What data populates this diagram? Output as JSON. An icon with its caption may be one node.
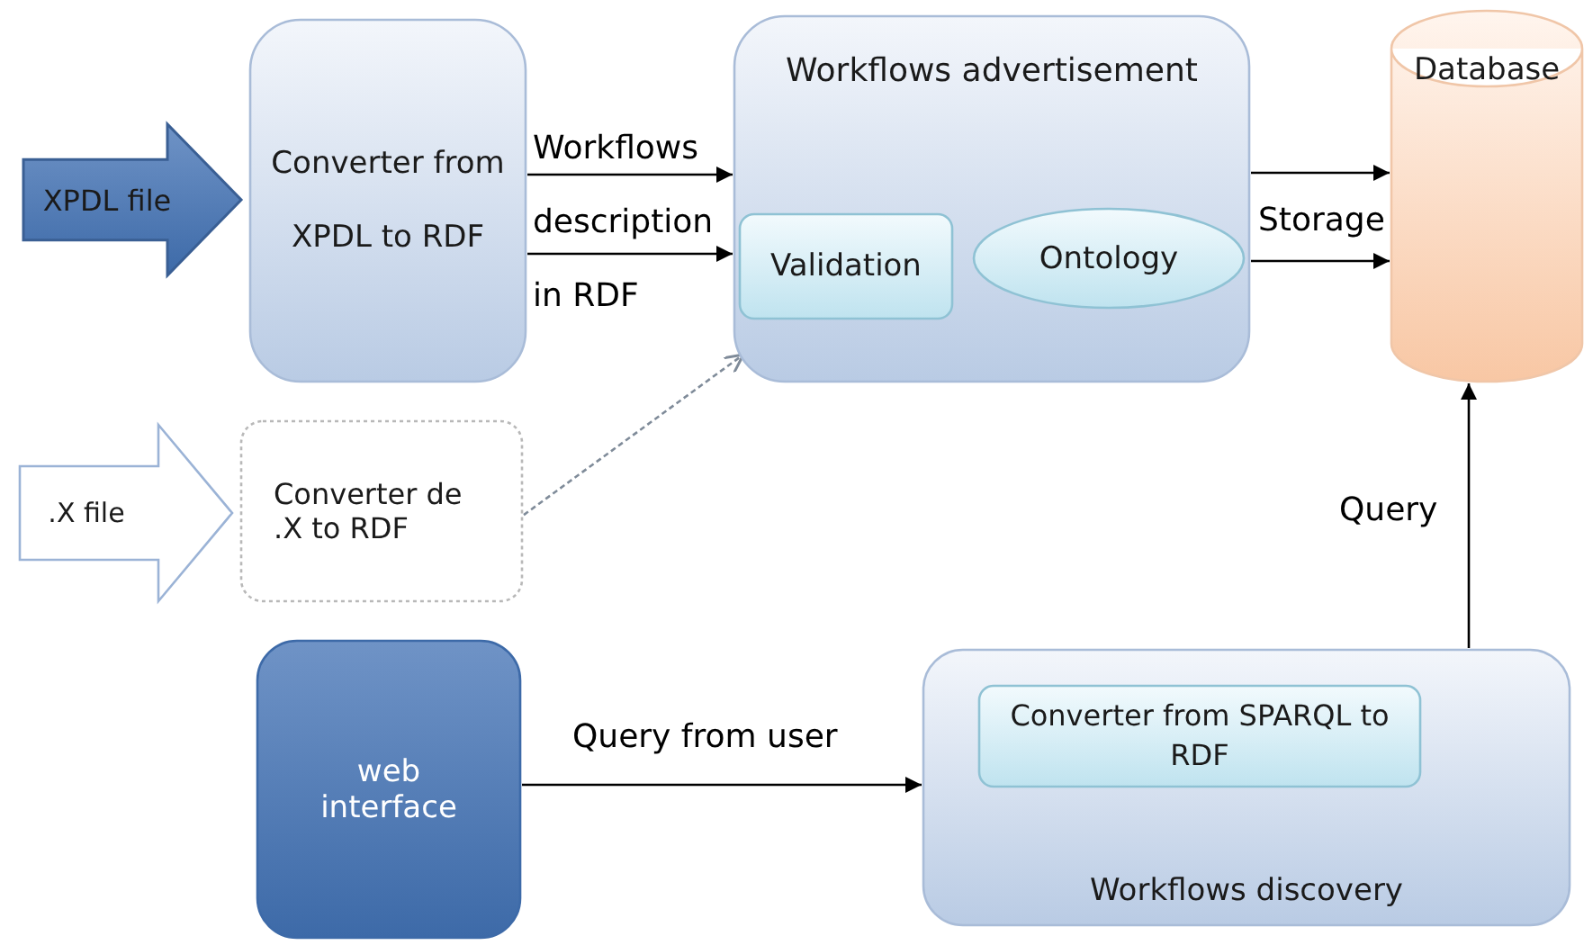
{
  "diagram": {
    "nodes": [
      {
        "text": [
          "XPDL  file"
        ]
      },
      {
        "text": [
          "Converter from XPDL to RDF"
        ]
      },
      {
        "text": [
          "Workflows advertisement"
        ]
      },
      {
        "text": [
          "Validation"
        ],
        "in": 2
      },
      {
        "text": [
          "Ontology"
        ],
        "in": 2
      },
      {
        "text": [
          "Database"
        ]
      },
      {
        "text": [
          ".X file"
        ]
      },
      {
        "text": [
          "Converter de .X to RDF"
        ]
      },
      {
        "text": [
          "web interface"
        ]
      },
      {
        "text": [
          "Workflows discovery"
        ]
      },
      {
        "text": [
          "Converter from SPARQL to RDF"
        ],
        "in": 9
      }
    ],
    "edges": [
      {
        "from": 1,
        "to": 2,
        "arrow": "to",
        "label": "Workflows description in RDF"
      },
      {
        "from": 1,
        "to": 2,
        "arrow": "to"
      },
      {
        "from": 2,
        "to": 5,
        "arrow": "to",
        "label": "Storage"
      },
      {
        "from": 2,
        "to": 5,
        "arrow": "to"
      },
      {
        "from": 7,
        "to": 2,
        "arrow": "to",
        "style": "dashed",
        "color": "#7f8b99"
      },
      {
        "from": 8,
        "to": 9,
        "arrow": "to",
        "label": "Query from user"
      },
      {
        "from": 9,
        "to": 5,
        "arrow": "to",
        "label": "Query"
      }
    ]
  }
}
